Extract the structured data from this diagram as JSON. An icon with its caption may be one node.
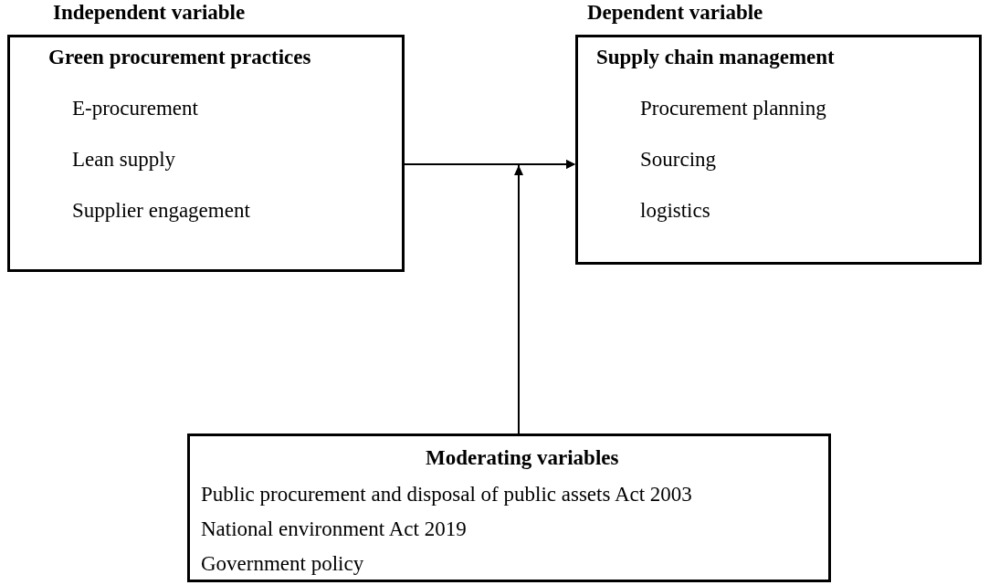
{
  "diagram": {
    "nodes": [
      {
        "text": [
          "Independent variable",
          "Green procurement practices",
          "E-procurement",
          "Lean supply",
          "Supplier engagement"
        ]
      },
      {
        "text": [
          "Dependent variable",
          "Supply chain management",
          "Procurement planning",
          "Sourcing",
          "logistics"
        ]
      },
      {
        "text": [
          "Moderating variables",
          "Public procurement and disposal of public assets Act 2003",
          "National environment Act 2019",
          "Government policy"
        ]
      }
    ],
    "edges": [
      {
        "from": 0,
        "to": 1,
        "arrow": "to"
      },
      {
        "from": 2,
        "to": 1,
        "arrow": "to"
      }
    ]
  }
}
